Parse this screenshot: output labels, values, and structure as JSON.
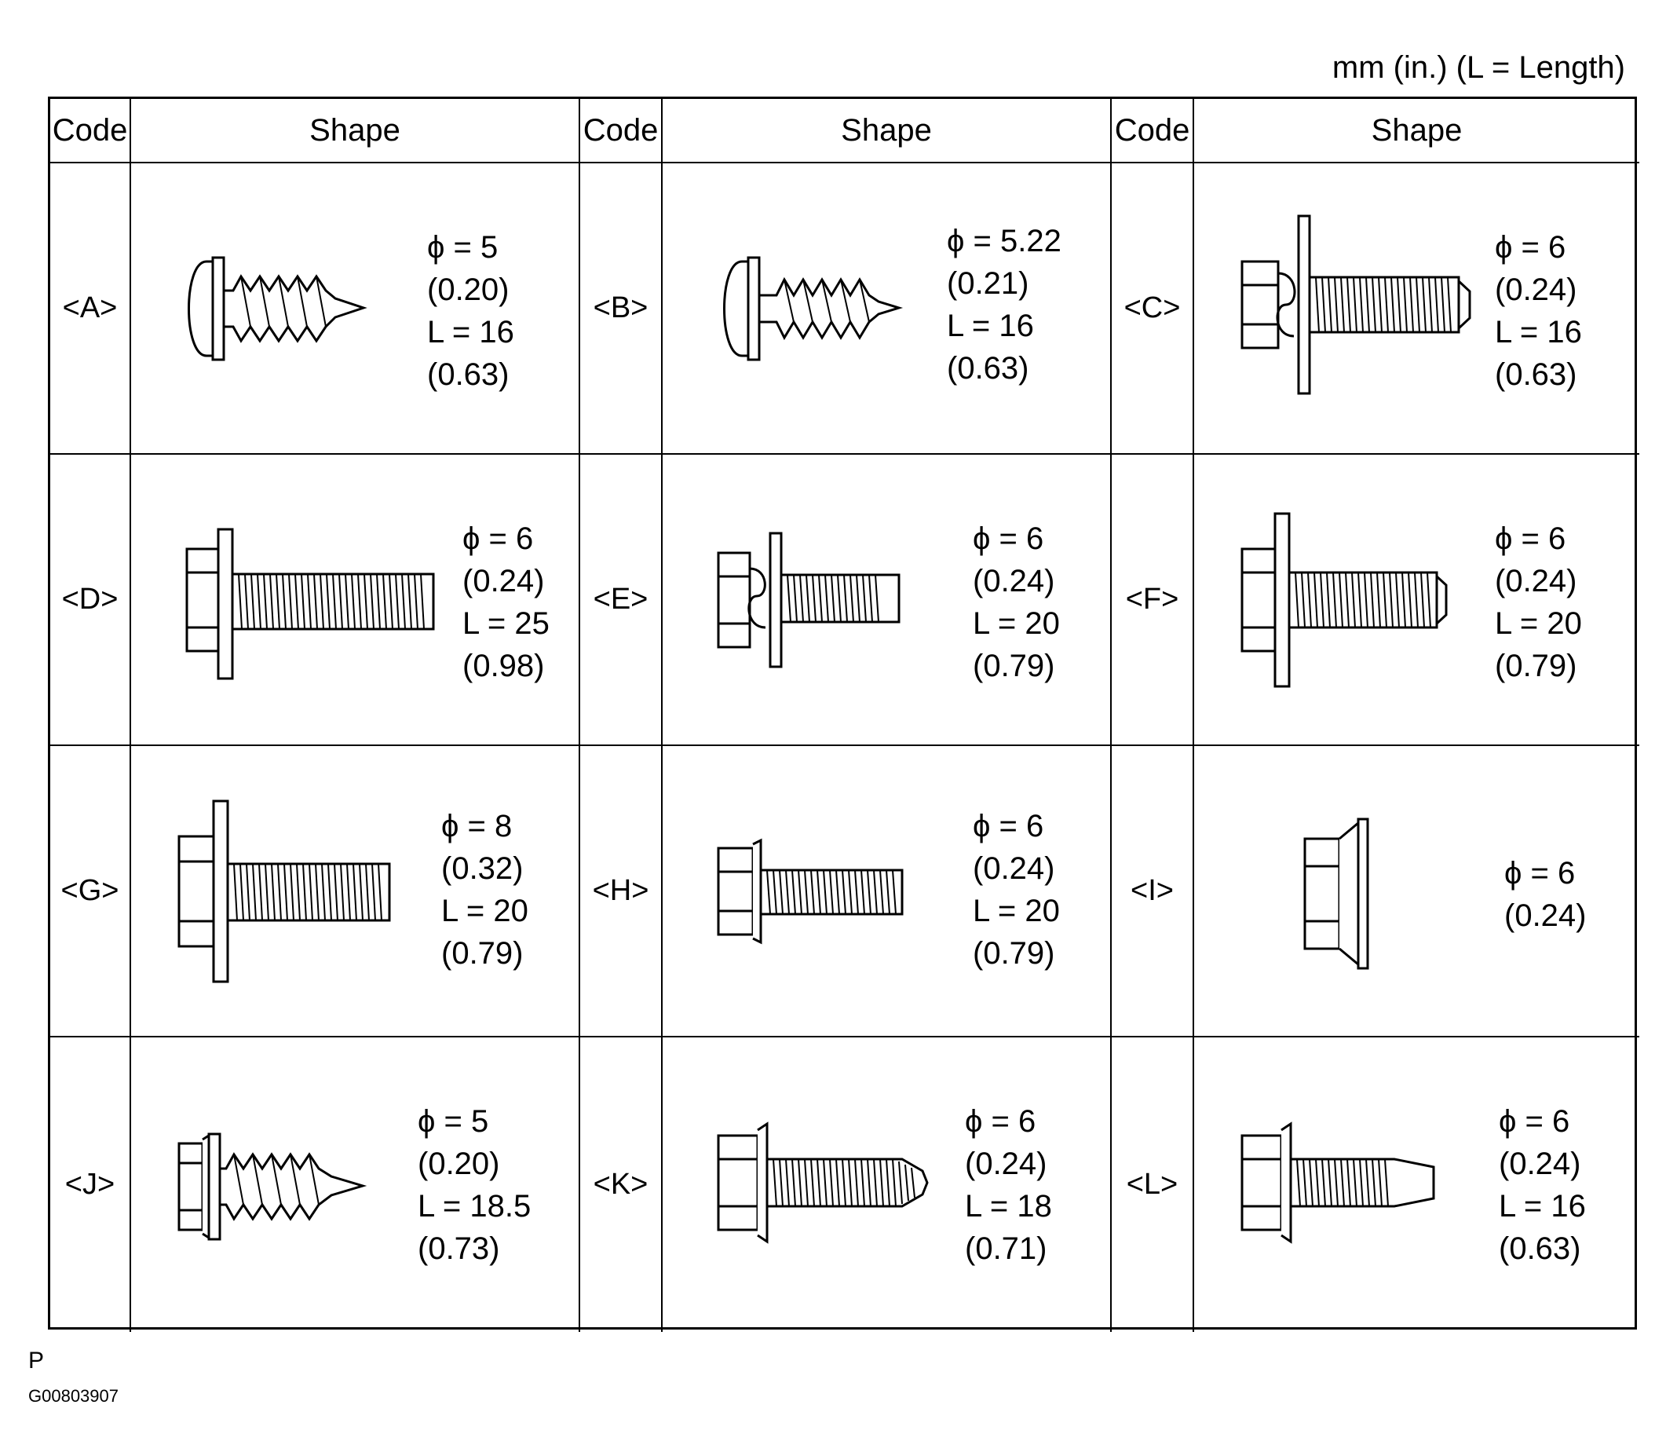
{
  "units_note": "mm (in.) (L = Length)",
  "headers": [
    "Code",
    "Shape",
    "Code",
    "Shape",
    "Code",
    "Shape"
  ],
  "fasteners": [
    {
      "code": "<A>",
      "shape_icon": "pan-head-tapping-screw-icon",
      "lines": [
        "ϕ = 5",
        "(0.20)",
        "L = 16",
        "(0.63)"
      ]
    },
    {
      "code": "<B>",
      "shape_icon": "pan-head-tapping-screw-icon",
      "lines": [
        "ϕ = 5.22",
        "(0.21)",
        "L = 16",
        "(0.63)"
      ]
    },
    {
      "code": "<C>",
      "shape_icon": "hex-bolt-with-washer-icon",
      "lines": [
        "ϕ = 6",
        "(0.24)",
        "L = 16",
        "(0.63)"
      ]
    },
    {
      "code": "<D>",
      "shape_icon": "hex-bolt-with-washer-icon",
      "lines": [
        "ϕ = 6",
        "(0.24)",
        "L = 25",
        "(0.98)"
      ]
    },
    {
      "code": "<E>",
      "shape_icon": "hex-bolt-with-washer-icon",
      "lines": [
        "ϕ = 6",
        "(0.24)",
        "L = 20",
        "(0.79)"
      ]
    },
    {
      "code": "<F>",
      "shape_icon": "hex-bolt-with-washer-icon",
      "lines": [
        "ϕ = 6",
        "(0.24)",
        "L = 20",
        "(0.79)"
      ]
    },
    {
      "code": "<G>",
      "shape_icon": "hex-bolt-with-washer-icon",
      "lines": [
        "ϕ = 8",
        "(0.32)",
        "L = 20",
        "(0.79)"
      ]
    },
    {
      "code": "<H>",
      "shape_icon": "flange-bolt-icon",
      "lines": [
        "ϕ = 6",
        "(0.24)",
        "L = 20",
        "(0.79)"
      ]
    },
    {
      "code": "<I>",
      "shape_icon": "flange-nut-icon",
      "lines": [
        "ϕ = 6",
        "(0.24)"
      ]
    },
    {
      "code": "<J>",
      "shape_icon": "hex-flange-tapping-screw-icon",
      "lines": [
        "ϕ = 5",
        "(0.20)",
        "L = 18.5",
        "(0.73)"
      ]
    },
    {
      "code": "<K>",
      "shape_icon": "flange-bolt-icon",
      "lines": [
        "ϕ = 6",
        "(0.24)",
        "L = 18",
        "(0.71)"
      ]
    },
    {
      "code": "<L>",
      "shape_icon": "flange-bolt-icon",
      "lines": [
        "ϕ = 6",
        "(0.24)",
        "L = 16",
        "(0.63)"
      ]
    }
  ],
  "footer": {
    "letter": "P",
    "figure_id": "G00803907"
  }
}
